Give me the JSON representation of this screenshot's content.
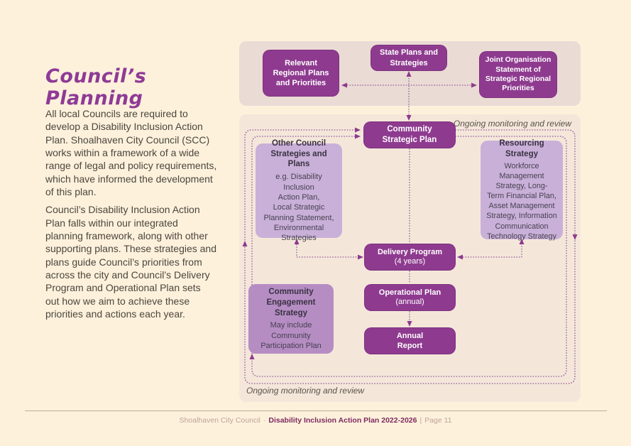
{
  "left": {
    "title": "Council’s Planning",
    "paragraphs": [
      "All local Councils are required to develop a Disability Inclusion Action Plan. Shoalhaven City Council (SCC) works within a framework of a wide range of legal and policy requirements, which have informed the development of this plan.",
      "Council’s Disability Inclusion Action Plan falls within our integrated planning framework, along with other supporting plans. These strategies and plans guide Council’s priorities from across the city and Council’s Delivery Program and Operational Plan sets out how we aim to achieve these priorities and actions each year."
    ]
  },
  "diagram": {
    "monitoring_top": "Ongoing monitoring and review",
    "monitoring_bottom": "Ongoing monitoring and review",
    "boxes": {
      "relevant_regional": {
        "title": "Relevant\nRegional Plans\nand Priorities"
      },
      "state_plans": {
        "title": "State Plans and\nStrategies"
      },
      "joint_org": {
        "title": "Joint Organisation\nStatement of\nStrategic Regional\nPriorities"
      },
      "csp": {
        "title": "Community\nStrategic Plan"
      },
      "other_council": {
        "title": "Other Council\nStrategies and Plans",
        "body": "e.g. Disability Inclusion\nAction Plan,\nLocal Strategic\nPlanning Statement,\nEnvironmental\nStrategies"
      },
      "resourcing": {
        "title": "Resourcing Strategy",
        "body": "Workforce\nManagement\nStrategy, Long-\nTerm Financial Plan,\nAsset Management\nStrategy, Information\nCommunication\nTechnology Strategy"
      },
      "delivery": {
        "title": "Delivery Program",
        "subtitle": "(4 years)"
      },
      "operational": {
        "title": "Operational Plan",
        "subtitle": "(annual)"
      },
      "annual_report": {
        "title": "Annual\nReport"
      },
      "community_engagement": {
        "title": "Community\nEngagement\nStrategy",
        "body": "May include\nCommunity\nParticipation Plan"
      }
    },
    "colors": {
      "page_bg": "#fdf1dc",
      "band_bg": "#eadbd5",
      "panel_bg": "#f4e7da",
      "dark_box": "#8e3b8f",
      "light_box": "#c9b0d8",
      "light_box_alt": "#b58dc3",
      "connector": "#a876a8"
    }
  },
  "footer": {
    "council": "Shoalhaven City Council",
    "separator": "·",
    "plan": "Disability Inclusion Action Plan 2022-2026",
    "divider": "|",
    "page": "Page 11"
  }
}
